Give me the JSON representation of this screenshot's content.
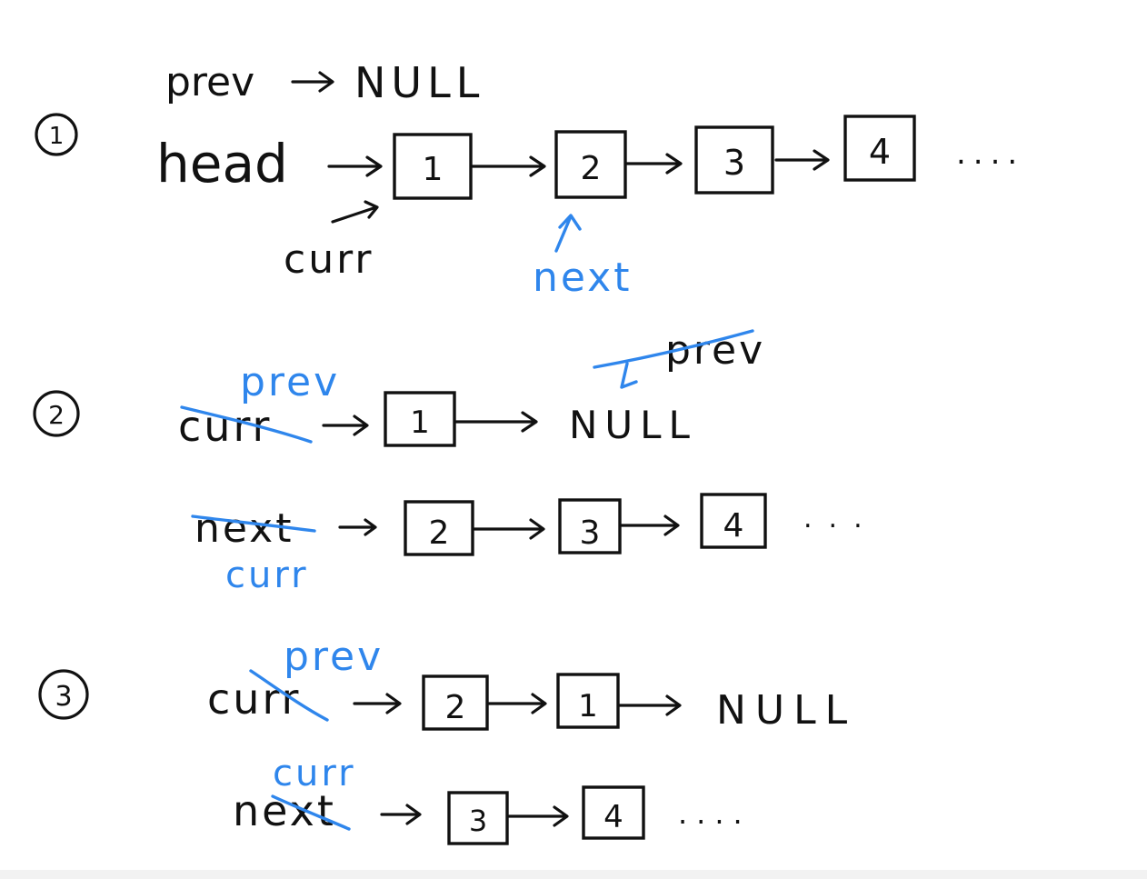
{
  "colors": {
    "ink": "#111111",
    "annotation": "#2f86ec"
  },
  "steps": [
    {
      "marker": "1",
      "lines": [
        {
          "label": "prev",
          "nodes": [],
          "tail": "NULL"
        },
        {
          "label": "head",
          "nodes": [
            "1",
            "2",
            "3",
            "4"
          ],
          "tail": "...."
        }
      ],
      "pointers": [
        {
          "text": "curr",
          "color": "ink",
          "points_to": "1"
        },
        {
          "text": "next",
          "color": "annotation",
          "points_to": "2"
        }
      ]
    },
    {
      "marker": "2",
      "lines": [
        {
          "label": "curr",
          "label_struck": true,
          "label_replacement": "prev",
          "nodes": [
            "1"
          ],
          "tail": "NULL"
        },
        {
          "label": "next",
          "label_struck": true,
          "label_replacement": "curr",
          "nodes": [
            "2",
            "3",
            "4"
          ],
          "tail": "..."
        }
      ],
      "pointers": [
        {
          "text": "prev",
          "color": "ink",
          "struck": true,
          "points_to": "NULL"
        }
      ]
    },
    {
      "marker": "3",
      "lines": [
        {
          "label": "curr",
          "label_struck": true,
          "label_replacement": "prev",
          "nodes": [
            "2",
            "1"
          ],
          "tail": "NULL"
        },
        {
          "label": "next",
          "label_struck": true,
          "label_replacement": "curr",
          "nodes": [
            "3",
            "4"
          ],
          "tail": "...."
        }
      ]
    }
  ]
}
